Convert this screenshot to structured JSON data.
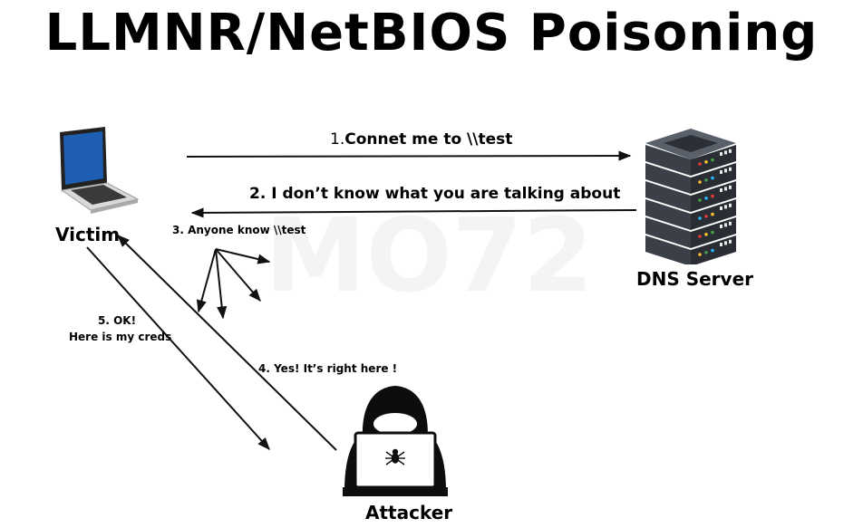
{
  "title": "LLMNR/NetBIOS Poisoning",
  "watermark": "MO72",
  "nodes": {
    "victim": "Victim",
    "dns_server": "DNS Server",
    "attacker": "Attacker"
  },
  "messages": {
    "step1_number": "1.",
    "step1_text": "Connet me to \\\\test",
    "step2": "2. I don’t know what you are talking about",
    "step3": "3. Anyone know \\\\test",
    "step4": "4. Yes! It’s right here !",
    "step5_line1": "5. OK!",
    "step5_line2": "Here is my creds"
  },
  "icons": {
    "victim": "laptop-icon",
    "dns_server": "server-icon",
    "attacker": "hooded-hacker-icon",
    "attacker_laptop_logo": "spider-icon"
  },
  "colors": {
    "laptop_screen": "#1e5fb4",
    "server_body": "#3b4048",
    "server_led_colors": [
      "#e53935",
      "#fbc02d",
      "#43a047",
      "#29b6f6"
    ],
    "arrow": "#111111"
  }
}
